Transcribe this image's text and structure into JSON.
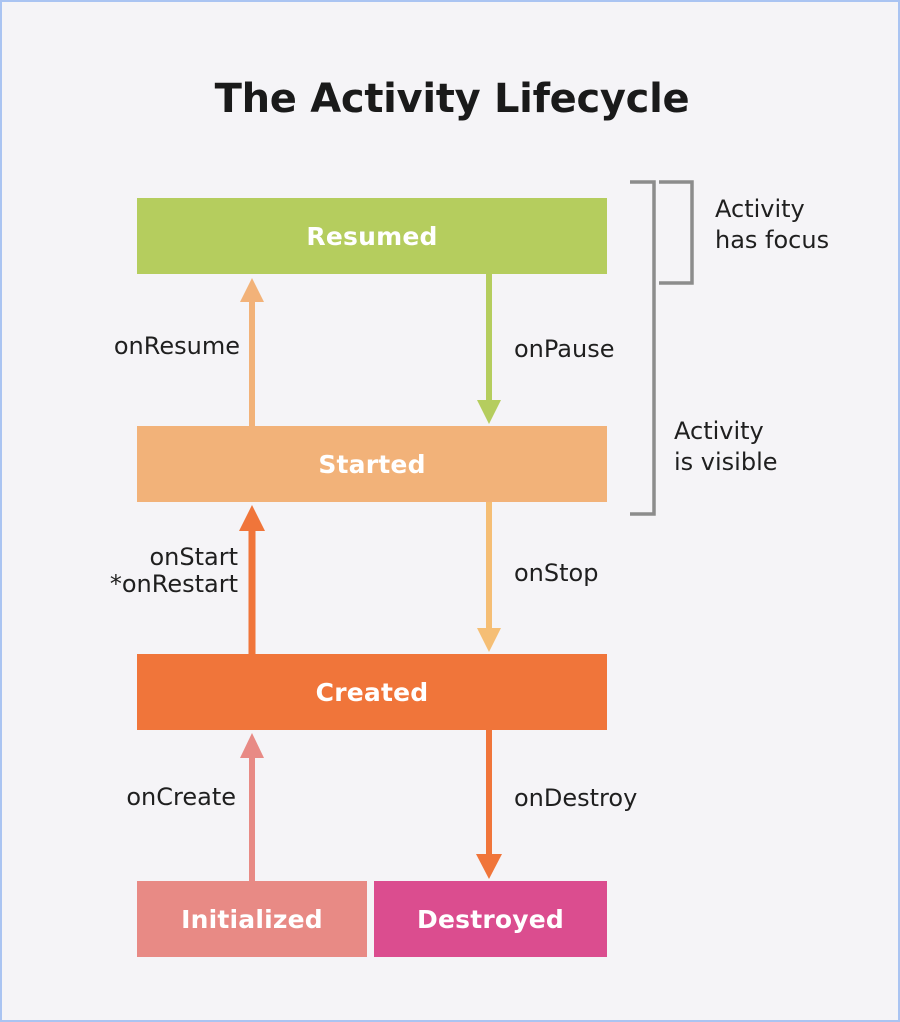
{
  "page": {
    "title": "The Activity Lifecycle",
    "background_color": "#f5f4f7",
    "border_color": "#aac4f2"
  },
  "states": [
    {
      "id": "resumed",
      "label": "Resumed",
      "color": "#b5cd5e",
      "text_color": "#ffffff"
    },
    {
      "id": "started",
      "label": "Started",
      "color": "#f2b279",
      "text_color": "#ffffff"
    },
    {
      "id": "created",
      "label": "Created",
      "color": "#f0753a",
      "text_color": "#ffffff"
    },
    {
      "id": "initialized",
      "label": "Initialized",
      "color": "#e88a85",
      "text_color": "#ffffff"
    },
    {
      "id": "destroyed",
      "label": "Destroyed",
      "color": "#db4d8f",
      "text_color": "#ffffff"
    }
  ],
  "transitions": [
    {
      "id": "onresume",
      "label": "onResume",
      "from": "started",
      "to": "resumed",
      "direction": "up",
      "color": "#f2b279"
    },
    {
      "id": "onpause",
      "label": "onPause",
      "from": "resumed",
      "to": "started",
      "direction": "down",
      "color": "#b5cd5e"
    },
    {
      "id": "onstart",
      "label": "onStart\n*onRestart",
      "from": "created",
      "to": "started",
      "direction": "up",
      "color": "#f0753a"
    },
    {
      "id": "onstop",
      "label": "onStop",
      "from": "started",
      "to": "created",
      "direction": "down",
      "color": "#f5be75"
    },
    {
      "id": "oncreate",
      "label": "onCreate",
      "from": "initialized",
      "to": "created",
      "direction": "up",
      "color": "#e88a85"
    },
    {
      "id": "ondestroy",
      "label": "onDestroy",
      "from": "created",
      "to": "destroyed",
      "direction": "down",
      "color": "#f0753a"
    }
  ],
  "annotations": [
    {
      "id": "has-focus",
      "label": "Activity\nhas focus",
      "spans": [
        "resumed"
      ],
      "bracket_color": "#8c8c8c"
    },
    {
      "id": "is-visible",
      "label": "Activity\nis visible",
      "spans": [
        "resumed",
        "started"
      ],
      "bracket_color": "#8c8c8c"
    }
  ]
}
